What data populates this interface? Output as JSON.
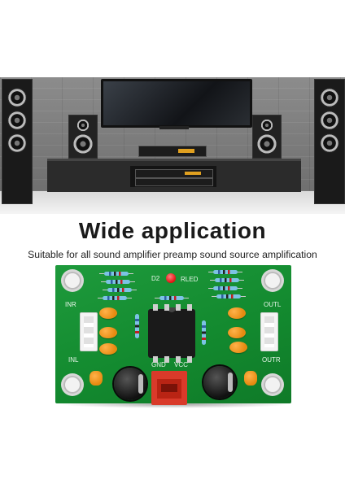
{
  "heading": {
    "title": "Wide application",
    "subtitle": "Suitable for all sound amplifier preamp sound source amplification"
  },
  "pcb_silkscreen": {
    "inr": "INR",
    "inl": "INL",
    "outl": "OUTL",
    "outr": "OUTR",
    "d2": "D2",
    "rled": "RLED",
    "gnd": "GND",
    "vcc": "VCC"
  },
  "colors": {
    "pcb_green": "#138a2f",
    "capacitor_orange": "#e68a10",
    "power_connector_red": "#d93a2a",
    "led_red": "#e01010"
  }
}
